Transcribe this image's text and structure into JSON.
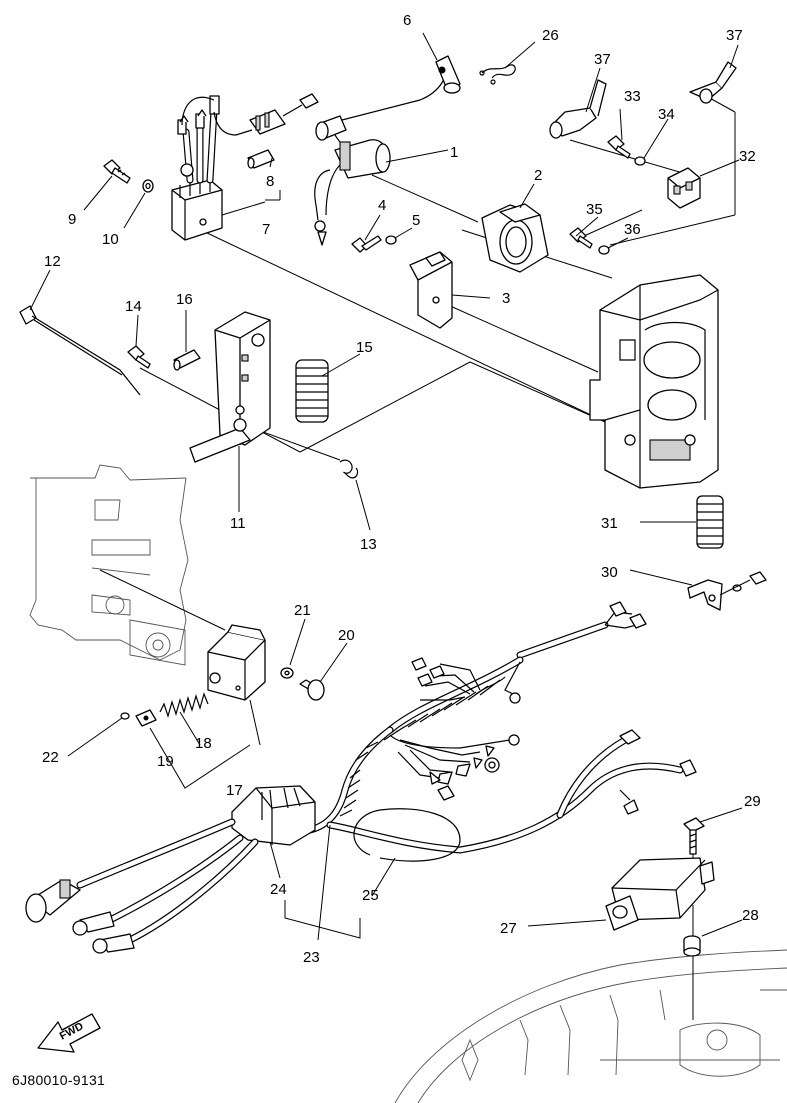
{
  "diagram": {
    "code": "6J80010-9131",
    "fwd_label": "FWD",
    "part_numbers": [
      "1",
      "2",
      "3",
      "4",
      "5",
      "6",
      "7",
      "8",
      "9",
      "10",
      "11",
      "12",
      "13",
      "14",
      "15",
      "16",
      "17",
      "18",
      "19",
      "20",
      "21",
      "22",
      "23",
      "24",
      "25",
      "26",
      "27",
      "28",
      "29",
      "30",
      "31",
      "32",
      "33",
      "34",
      "35",
      "36",
      "37",
      "37"
    ]
  }
}
